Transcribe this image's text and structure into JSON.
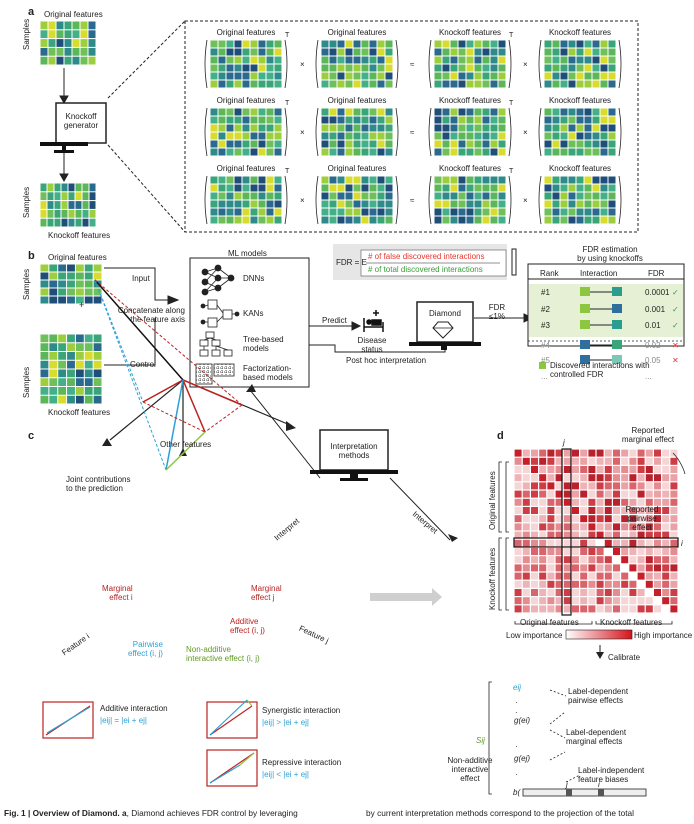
{
  "panel_labels": {
    "a": "a",
    "b": "b",
    "c": "c",
    "d": "d"
  },
  "panel_a": {
    "original_features": "Original features",
    "samples": "Samples",
    "knockoff_generator": "Knockoff\ngenerator",
    "knockoff_features": "Knockoff features",
    "matrix_original": "Original features",
    "matrix_knockoff": "Knockoff features",
    "transpose": "T",
    "times": "×",
    "approx": "≈"
  },
  "panel_b": {
    "original_features": "Original features",
    "samples": "Samples",
    "knockoff_features": "Knockoff features",
    "plus": "+",
    "input": "Input",
    "control": "Control",
    "concatenate": "Concatenate along\nthe feature axis",
    "ml_models": "ML models",
    "models": [
      "DNNs",
      "KANs",
      "Tree-based\nmodels",
      "Factorization-\nbased models"
    ],
    "fdr_formula_lhs": "FDR = E",
    "fdr_numerator": "# of false discovered interactions",
    "fdr_denominator": "# of total discovered interactions",
    "predict": "Predict",
    "disease_status": "Disease\nstatus",
    "post_hoc": "Post hoc interpretation",
    "diamond": "Diamond",
    "fdr_label": "FDR\n≤1%",
    "fdr_estimation": "FDR estimation\nby using knockoffs",
    "table_headers": [
      "Rank",
      "Interaction",
      "FDR"
    ],
    "table_rows": [
      {
        "rank": "#1",
        "fdr": "0.0001",
        "status": "✓"
      },
      {
        "rank": "#2",
        "fdr": "0.001",
        "status": "✓"
      },
      {
        "rank": "#3",
        "fdr": "0.01",
        "status": "✓"
      },
      {
        "rank": "#4",
        "fdr": "0.02",
        "status": "✕"
      },
      {
        "rank": "#5",
        "fdr": "0.05",
        "status": "✕"
      },
      {
        "rank": "...",
        "fdr": "...",
        "status": ""
      }
    ],
    "legend": "Discovered interactions with\ncontrolled FDR",
    "colors": {
      "green": "#8dc63f",
      "red": "#e8342f",
      "teal": "#2a9d8f",
      "table_bg": "#e6f0d4"
    }
  },
  "panel_c": {
    "other_features": "Other features",
    "joint": "Joint contributions\nto the prediction",
    "interpretation_methods": "Interpretation\nmethods",
    "interpret": "Interpret",
    "marginal_i": "Marginal\neffect i",
    "marginal_j": "Marginal\neffect j",
    "additive": "Additive\neffect (i, j)",
    "pairwise": "Pairwise\neffect (i, j)",
    "non_additive": "Non-additive\ninteractive effect (i, j)",
    "feature_i": "Feature i",
    "feature_j": "Feature j",
    "additive_interaction": "Additive interaction",
    "additive_formula": "|eij| = |ei + ej|",
    "synergistic_interaction": "Synergistic interaction",
    "synergistic_formula": "|eij| > |ei + ej|",
    "repressive_interaction": "Repressive interaction",
    "repressive_formula": "|eij| < |ei + ej|"
  },
  "panel_d": {
    "j": "j",
    "i": "i",
    "reported_marginal": "Reported\nmarginal effect",
    "reported_pairwise": "Reported\npairwise\neffect",
    "original_features": "Original features",
    "knockoff_features": "Knockoff features",
    "low_importance": "Low importance",
    "high_importance": "High importance",
    "calibrate": "Calibrate",
    "eij": "eij",
    "g_ei": "g(ei)",
    "g_ej": "g(ej)",
    "sij": "Sij",
    "b": "b(",
    "label_dep_pairwise": "Label-dependent\npairwise effects",
    "label_dep_marginal": "Label-dependent\nmarginal effects",
    "label_indep": "Label-independent\nfeature biases",
    "non_additive": "Non-additive\ninteractive\neffect",
    "dots": "·"
  },
  "caption": {
    "left_bold": "Fig. 1 | Overview of Diamond. a",
    "left": ", Diamond achieves FDR control by leveraging",
    "right": "by current interpretation methods correspond to the projection of the total"
  }
}
